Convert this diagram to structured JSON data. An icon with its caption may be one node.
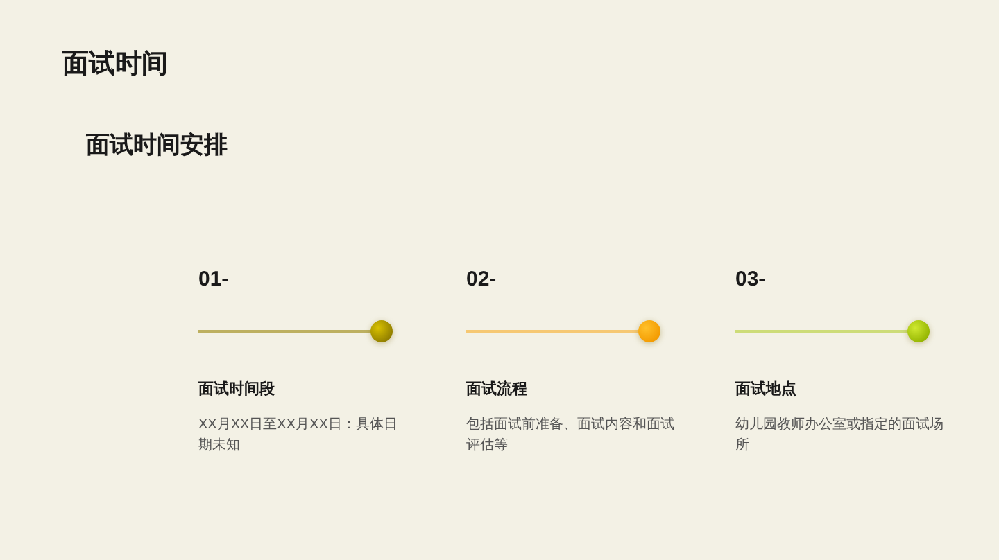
{
  "diagram": {
    "title": "面试时间",
    "labels": [
      "面试时间安排",
      "01-",
      "面试时间段",
      "XX月XX日至XX月XX日：具体日期未知",
      "02-",
      "面试流程",
      "包括面试前准备、面试内容和面试评估等",
      "03-",
      "面试地点",
      "幼儿园教师办公室或指定的面试场所"
    ]
  }
}
